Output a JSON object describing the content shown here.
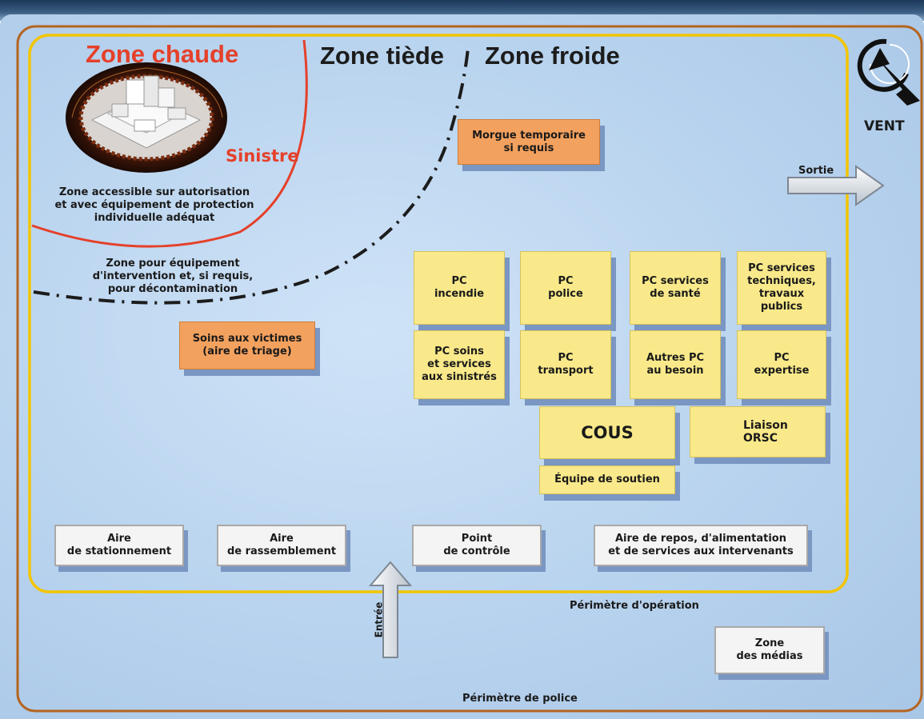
{
  "zones": {
    "hot": "Zone chaude",
    "warm": "Zone tiède",
    "cold": "Zone froide",
    "hot_color": "#e5402a"
  },
  "sinistre": "Sinistre",
  "hot_note": "Zone accessible sur autorisation\net avec équipement de protection\nindividuelle adéquat",
  "warm_note": "Zone pour équipement\nd'intervention et, si requis,\npour décontamination",
  "wind": "VENT",
  "exit": "Sortie",
  "entrance": "Entrée",
  "perimeters": {
    "operation": "Périmètre d'opération",
    "operation_color": "#f2c500",
    "police": "Périmètre de police",
    "police_color": "#b5641f"
  },
  "boxes": {
    "morgue": "Morgue temporaire\nsi requis",
    "triage": "Soins aux victimes\n(aire de triage)",
    "pc_incendie": "PC\nincendie",
    "pc_police": "PC\npolice",
    "pc_sante": "PC services\nde santé",
    "pc_techniques": "PC services\ntechniques,\ntravaux\npublics",
    "pc_soins": "PC soins\net services\naux sinistrés",
    "pc_transport": "PC\ntransport",
    "autres_pc": "Autres PC\nau besoin",
    "pc_expertise": "PC\nexpertise",
    "cous": "COUS",
    "liaison": "Liaison\nORSC",
    "soutien": "Équipe de soutien",
    "stationnement": "Aire\nde stationnement",
    "rassemblement": "Aire\nde rassemblement",
    "controle": "Point\nde contrôle",
    "repos": "Aire de repos, d'alimentation\net de services aux intervenants",
    "medias": "Zone\ndes médias"
  },
  "colors": {
    "command_post": "#f9e98a",
    "medical_area": "#f3a15e",
    "support_area": "#f4f4f4",
    "background": "#b8d3ee"
  },
  "icons": [
    "sinistre-building-icon",
    "wind-direction-icon",
    "exit-arrow-icon",
    "entrance-arrow-icon",
    "orsc-logo-icon"
  ]
}
